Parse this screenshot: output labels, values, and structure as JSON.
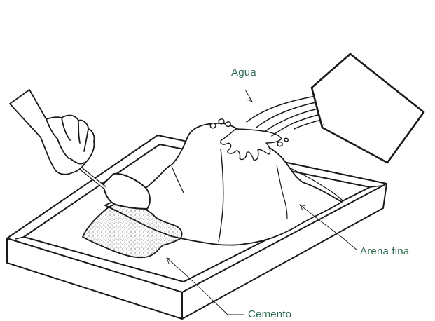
{
  "labels": {
    "water": "Agua",
    "fine_sand": "Arena fina",
    "cement": "Cemento"
  },
  "colors": {
    "label_text": "#2e6b4f",
    "line": "#1a1a1a",
    "background": "#ffffff"
  }
}
